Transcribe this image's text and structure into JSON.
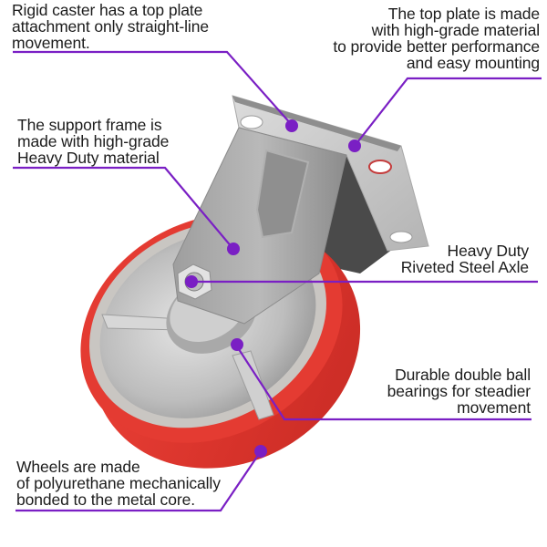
{
  "colors": {
    "accent": "#7a1fc4",
    "wheel_red": "#d8332b",
    "metal": "#b7b7b7",
    "text": "#1c1c1c",
    "background": "#ffffff"
  },
  "product": {
    "name": "Rigid caster with red polyurethane wheel"
  },
  "callouts": [
    {
      "id": "rigid-caster",
      "lines": [
        "Rigid caster has a top plate",
        "attachment only straight-line",
        "movement."
      ]
    },
    {
      "id": "top-plate",
      "lines": [
        "The top plate is made",
        "with high-grade material",
        "to provide better performance",
        "and easy mounting"
      ]
    },
    {
      "id": "support-frame",
      "lines": [
        "The support frame is",
        "made with high-grade",
        "Heavy Duty material"
      ]
    },
    {
      "id": "axle",
      "lines": [
        "Heavy Duty",
        "Riveted Steel Axle"
      ]
    },
    {
      "id": "bearings",
      "lines": [
        "Durable double ball",
        "bearings for steadier",
        "movement"
      ]
    },
    {
      "id": "wheels",
      "lines": [
        "Wheels are made",
        "of polyurethane mechanically",
        "bonded to the metal core."
      ]
    }
  ]
}
